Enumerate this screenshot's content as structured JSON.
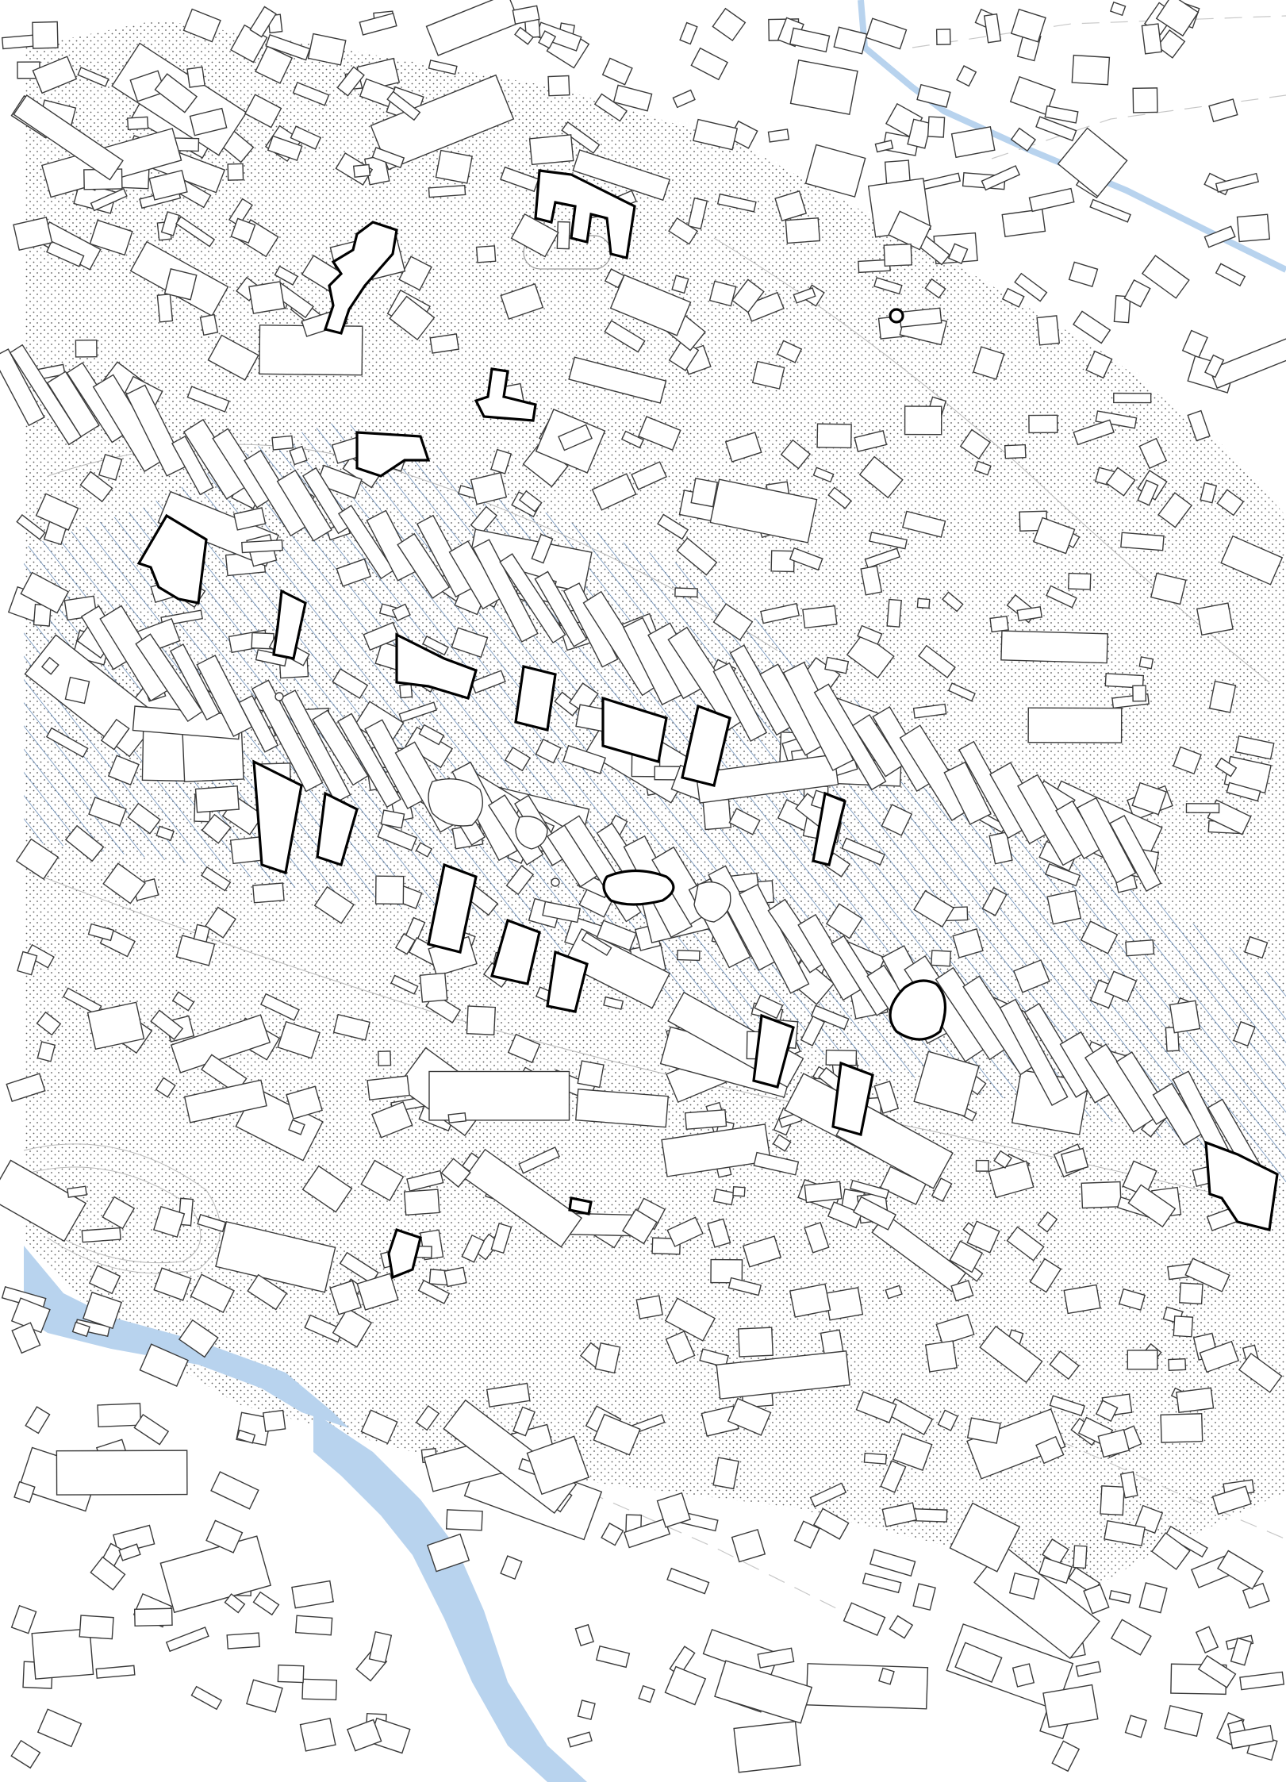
{
  "map": {
    "colors": {
      "background": "#ffffff",
      "water": "#b8d3ee",
      "stipple": "#5a5a5a",
      "hatch": "#4a74a8",
      "building_stroke": "#3a3a3a",
      "highlight_stroke": "#000000",
      "contour": "#b9b9b9"
    },
    "layers": [
      "river-south",
      "stream-north",
      "stipple-zone",
      "hatched-corridor",
      "buildings",
      "highlighted-buildings",
      "contours",
      "roads"
    ]
  }
}
